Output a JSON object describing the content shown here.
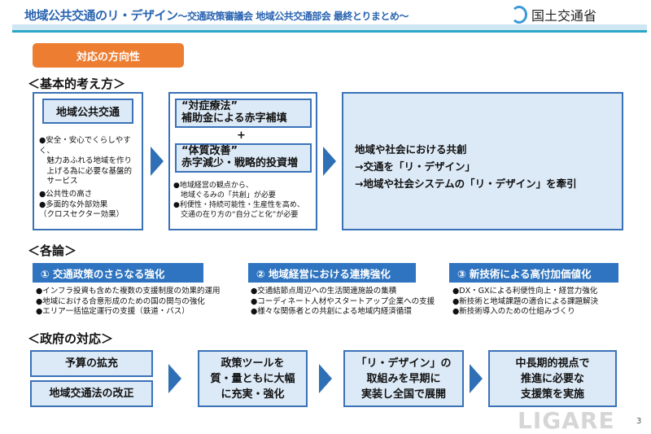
{
  "header": {
    "title_main": "地域公共交通のリ・デザイン",
    "title_sub": "～交通政策審議会 地域公共交通部会 最終とりまとめ～",
    "logo_text": "国土交通省"
  },
  "tag": "対応の方向性",
  "basic": {
    "heading": "＜基本的考え方＞",
    "box1": {
      "title": "地域公共交通",
      "bullets1": "●安全・安心でくらしやすく、\n　魅力あふれる地域を作り\n　上げる為に必要な基盤的\n　サービス",
      "bullets2": "●公共性の高さ\n●多面的な外部効果\n（クロスセクター効果）"
    },
    "box2": {
      "a_line1": "“対症療法”",
      "a_line2": "補助金による赤字補填",
      "plus": "+",
      "b_line1": "“体質改善”",
      "b_line2": "赤字減少・戦略的投資増",
      "bullets": "●地域経営の観点から、\n　地域ぐるみの「共創」が必要\n●利便性・持続可能性・生産性を高め、\n　交通の在り方の“自分ごと化”が必要"
    },
    "box3": {
      "line1": "地域や社会における共創",
      "line2": "→交通を「リ・デザイン」",
      "line3": "→地域や社会システムの「リ・デザイン」を牽引"
    }
  },
  "items": {
    "heading": "＜各論＞",
    "cols": [
      {
        "title": "① 交通政策のさらなる強化",
        "bullets": "●インフラ投資も含めた複数の支援制度の効果的運用\n●地域における合意形成のための国の関与の強化\n●エリア一括協定運行の支援（鉄道・バス）"
      },
      {
        "title": "② 地域経営における連携強化",
        "bullets": "●交通結節点周辺への生活関連施設の集積\n●コーディネート人材やスタートアップ企業への支援\n●様々な関係者との共創による地域内経済循環"
      },
      {
        "title": "③ 新技術による高付加価値化",
        "bullets": "●DX・GXによる利便性向上・経営力強化\n●新技術と地域課題の適合による課題解決\n●新技術導入のための仕組みづくり"
      }
    ]
  },
  "gov": {
    "heading": "＜政府の対応＞",
    "box_a": "予算の拡充",
    "box_b": "地域交通法の改正",
    "step1": "政策ツールを\n質・量ともに大幅\nに充実・強化",
    "step2": "「リ・デザイン」の\n取組みを早期に\n実装し全国で展開",
    "step3": "中長期的視点で\n推進に必要な\n支援策を実施"
  },
  "watermark": "LIGARE",
  "page_number": "3"
}
